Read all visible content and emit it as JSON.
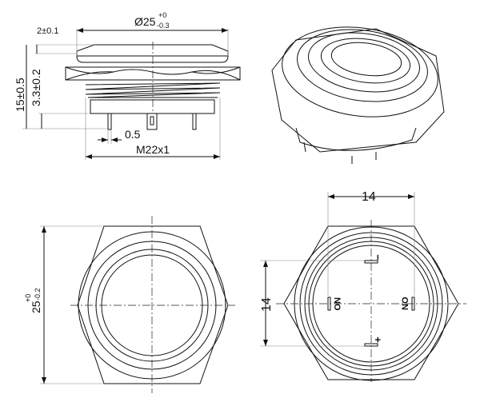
{
  "side_view": {
    "diameter_label": "Ø25",
    "diameter_tol_upper": "+0",
    "diameter_tol_lower": "-0.3",
    "cap_height": "2±0.1",
    "total_height": "15±0.5",
    "pin_length": "3.3±0.2",
    "pin_width": "0.5",
    "thread": "M22x1"
  },
  "front_view": {
    "diameter_label": "25",
    "tol_upper": "+0",
    "tol_lower": "-0.2"
  },
  "rear_view": {
    "horizontal_spacing": "14",
    "vertical_spacing": "14",
    "terminal_left": "NO",
    "terminal_right": "NO",
    "terminal_top": "−",
    "terminal_bottom": "+"
  }
}
